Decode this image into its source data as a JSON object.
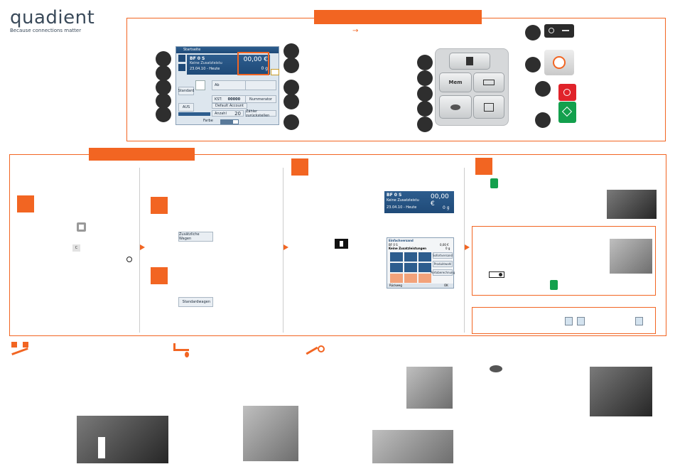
{
  "brand": {
    "name": "quadient",
    "tagline": "Because connections matter",
    "accent_color": "#f26522"
  },
  "top_panel": {
    "title": "",
    "arrow_symbol": "→"
  },
  "steps_panel": {
    "title": ""
  },
  "ui_screen": {
    "title": "Startseite",
    "sender": "BF 0 S",
    "no_surcharge": "Keine Zusatzleistu",
    "date_range": "23.04.10 - Heute",
    "amount": "00,00 €",
    "weight": "0 g",
    "standard_label": "Standard",
    "aus_label": "AUS",
    "field_ab": "Ab",
    "field_kst": "KST:",
    "kst_code": "00000",
    "default_account": "Default Account",
    "anzahl_label": "Anzahl",
    "anzahl_value": "20",
    "nummerator": "Nummerator",
    "counter_reset": "Zähler zurückstellen",
    "farbe_label": "Farbe"
  },
  "step_ui_small": {
    "sender": "BF 0 S",
    "surcharge": "Keine Zusatzleistu",
    "date": "23.04.10 - Heute",
    "amount": "00,00 €",
    "weight": "0 g"
  },
  "step_list_screen": {
    "title": "Einfachversand",
    "sender": "BF 0 S",
    "amount": "0,00 €",
    "weight": "0 g",
    "section": "Keine Zusatzleistungen",
    "btn1": "Sofortversand",
    "btn2": "Produktwahl",
    "btn3": "Portoberechnung",
    "back": "Rückweg",
    "ok": "OK"
  },
  "small_buttons": {
    "btn_a": "Zusätzliche Wagen",
    "btn_b": "Standardwagen"
  },
  "keypad": {
    "mem_label": "Mem"
  },
  "key_c_label": "C",
  "icons": {
    "power": "power-icon",
    "home": "home-icon",
    "arrow": "arrow-right-icon"
  }
}
